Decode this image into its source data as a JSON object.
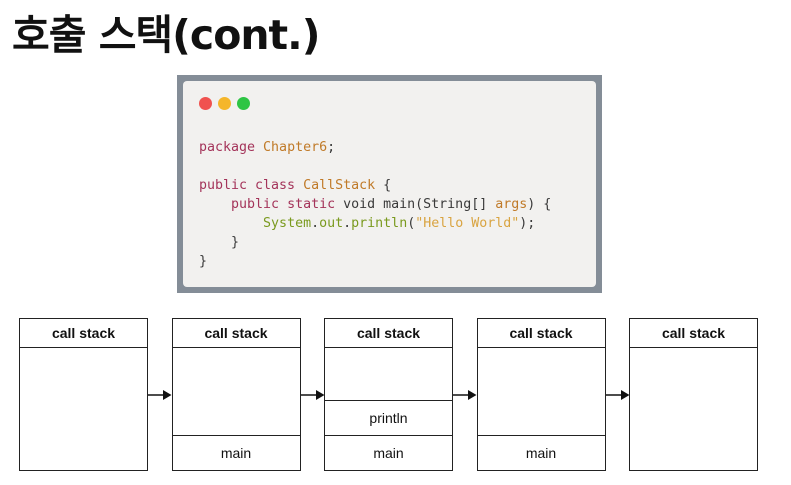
{
  "title": "호출 스택(cont.)",
  "code_window": {
    "dots": [
      {
        "name": "close-dot-icon",
        "color": "#f0524f"
      },
      {
        "name": "minimize-dot-icon",
        "color": "#f5b62a"
      },
      {
        "name": "maximize-dot-icon",
        "color": "#2ec544"
      }
    ],
    "lines": [
      [
        {
          "t": "package ",
          "c": "kw"
        },
        {
          "t": "Chapter6",
          "c": "cls"
        },
        {
          "t": ";",
          "c": ""
        }
      ],
      [],
      [
        {
          "t": "public class ",
          "c": "kw"
        },
        {
          "t": "CallStack",
          "c": "cls"
        },
        {
          "t": " {",
          "c": ""
        }
      ],
      [
        {
          "t": "    ",
          "c": ""
        },
        {
          "t": "public static ",
          "c": "kw"
        },
        {
          "t": "void main(String[] ",
          "c": ""
        },
        {
          "t": "args",
          "c": "cls"
        },
        {
          "t": ") {",
          "c": ""
        }
      ],
      [
        {
          "t": "        ",
          "c": ""
        },
        {
          "t": "System",
          "c": "fn"
        },
        {
          "t": ".",
          "c": ""
        },
        {
          "t": "out",
          "c": "fn"
        },
        {
          "t": ".",
          "c": ""
        },
        {
          "t": "println",
          "c": "fn"
        },
        {
          "t": "(",
          "c": ""
        },
        {
          "t": "\"Hello World\"",
          "c": "str"
        },
        {
          "t": ");",
          "c": ""
        }
      ],
      [
        {
          "t": "    }",
          "c": ""
        }
      ],
      [
        {
          "t": "}",
          "c": ""
        }
      ]
    ]
  },
  "stacks": [
    {
      "header": "call stack",
      "frames": []
    },
    {
      "header": "call stack",
      "frames": [
        "main"
      ]
    },
    {
      "header": "call stack",
      "frames": [
        "println",
        "main"
      ]
    },
    {
      "header": "call stack",
      "frames": [
        "main"
      ]
    },
    {
      "header": "call stack",
      "frames": []
    }
  ]
}
